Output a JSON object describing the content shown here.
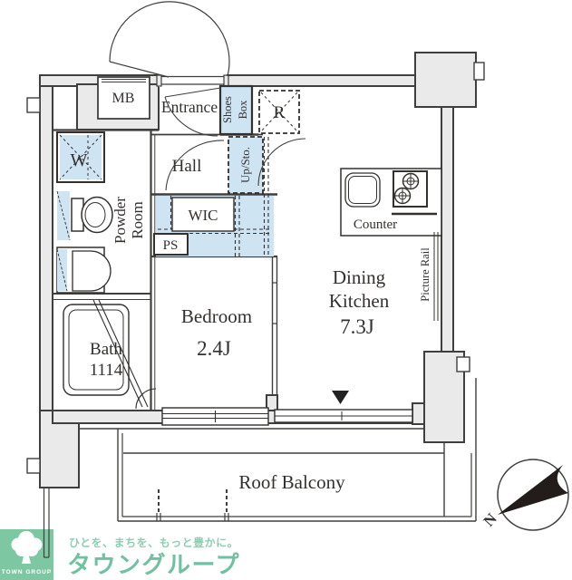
{
  "plan": {
    "labels": {
      "mb": "MB",
      "entrance": "Entrance",
      "shoes_box_line1": "Shoes",
      "shoes_box_line2": "Box",
      "refrigerator": "R",
      "hall": "Hall",
      "up_storage": "Up/Sto.",
      "washer": "W",
      "powder_line1": "Powder",
      "powder_line2": "Room",
      "wic": "WIC",
      "ps": "PS",
      "bath_line1": "Bath",
      "bath_line2": "1114",
      "bedroom_line1": "Bedroom",
      "bedroom_line2": "2.4J",
      "dk_line1": "Dining",
      "dk_line2": "Kitchen",
      "dk_line3": "7.3J",
      "counter": "Counter",
      "picture_rail": "Picture Rail",
      "roof_balcony": "Roof Balcony",
      "compass_north": "N"
    },
    "colors": {
      "wall_fill": "#eaeaea",
      "line": "#3f3f3d",
      "storage_blue": "#cfe4f3",
      "compass_black": "#221d1a"
    }
  },
  "branding": {
    "logo_text": "TOWN GROUP",
    "tagline": "ひとを、まちを、もっと豊かに。",
    "company": "タウングループ",
    "logo_green": "#7dc8a3",
    "tagline_green": "#8bcfb2",
    "company_green": "#6fc2a0"
  }
}
